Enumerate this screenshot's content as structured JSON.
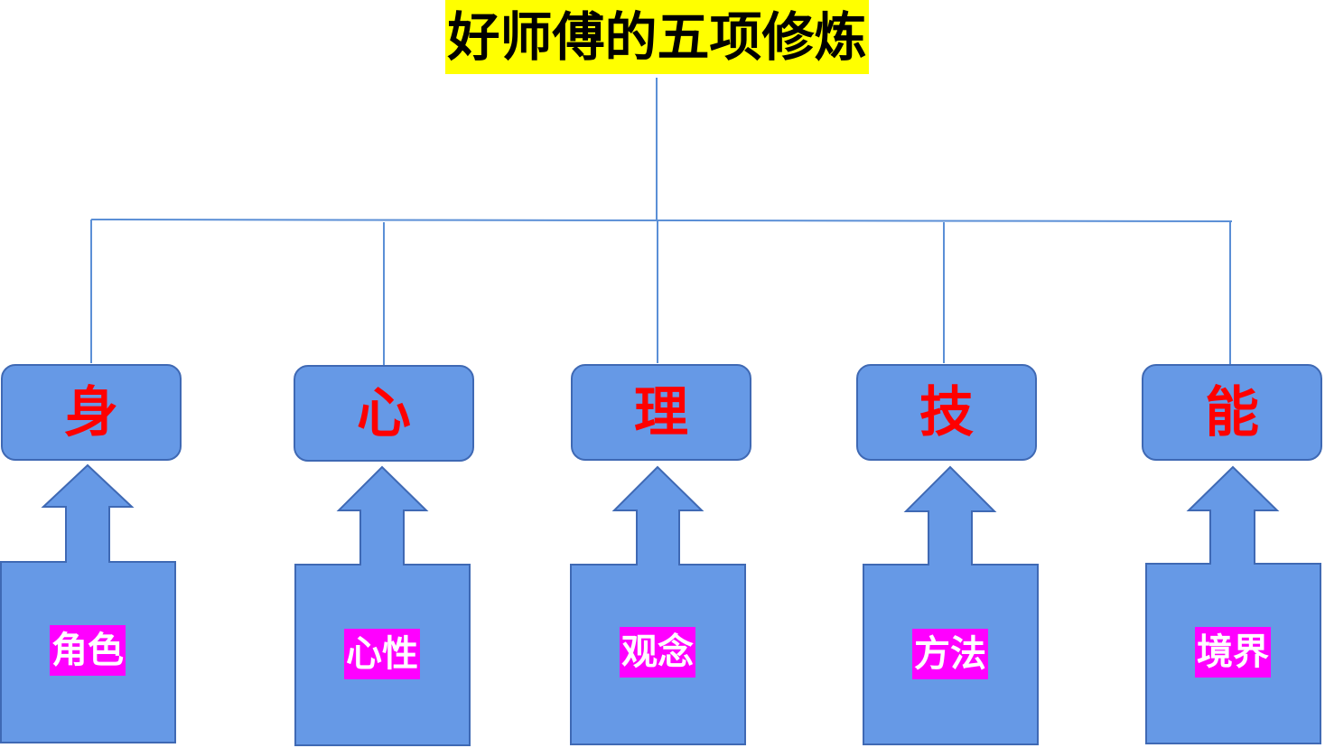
{
  "title": "好师傅的五项修炼",
  "colors": {
    "title_bg": "#ffff00",
    "box_fill": "#6699e6",
    "box_border": "#3f69b4",
    "top_text": "#ff0000",
    "label_bg": "#ff00ff",
    "label_text": "#ffffff",
    "connector": "#5b8fd6"
  },
  "items": [
    {
      "top": "身",
      "bottom": "角色"
    },
    {
      "top": "心",
      "bottom": "心性"
    },
    {
      "top": "理",
      "bottom": "观念"
    },
    {
      "top": "技",
      "bottom": "方法"
    },
    {
      "top": "能",
      "bottom": "境界"
    }
  ]
}
